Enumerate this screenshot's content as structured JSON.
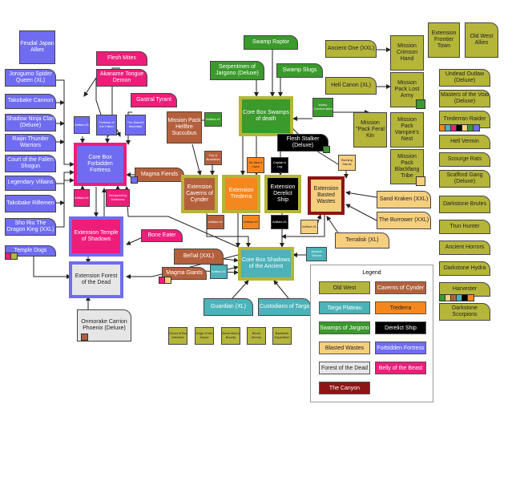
{
  "colors": {
    "old_west": "#b5b53a",
    "caverns_of_cynder": "#b5603c",
    "targa_plateau": "#4bb3b9",
    "trederra": "#f5871f",
    "swamps_of_jargono": "#3a9a2b",
    "derelict_ship": "#000000",
    "blasted_wastes": "#f6cf7e",
    "forbidden_fortress": "#6f6cf2",
    "forest_of_the_dead": "#e6e6e6",
    "belly_of_the_beast": "#ee1d7a",
    "the_canyon": "#8e1515"
  },
  "legend": {
    "title": "Legend",
    "items": [
      {
        "label": "Old West",
        "color": "old_west"
      },
      {
        "label": "Caverns of Cynder",
        "color": "caverns_of_cynder"
      },
      {
        "label": "Targa Plateau",
        "color": "targa_plateau"
      },
      {
        "label": "Trederra",
        "color": "trederra"
      },
      {
        "label": "Swamps of Jargono",
        "color": "swamps_of_jargono"
      },
      {
        "label": "Derelict Ship",
        "color": "derelict_ship"
      },
      {
        "label": "Blasted Wastes",
        "color": "blasted_wastes"
      },
      {
        "label": "Forbidden Fortress",
        "color": "forbidden_fortress"
      },
      {
        "label": "Forest of the Dead",
        "color": "forest_of_the_dead"
      },
      {
        "label": "Belly of the Beast",
        "color": "belly_of_the_beast"
      },
      {
        "label": "The Canyon",
        "color": "the_canyon"
      }
    ]
  },
  "nodes": {
    "feudal_japan": "Feudal Japan Allies",
    "jorogumo": "Jorogumo Spider Queen (XL)",
    "takobake_cannon": "Takobake Cannon",
    "shadow_ninja": "Shadow Ninja Clan (Deluxe)",
    "raijin": "Raijin Thunder Warriors",
    "court_fallen": "Court of the Fallen Shogun",
    "legendary_villains": "Legendary Villains",
    "takobake_riflemen": "Takobake Riflemen",
    "sho_riu": "Sho Riu The Dragon King (XXL)",
    "temple_dogs": "Temple Dogs",
    "flesh_mites": "Flesh Mites",
    "akaname": "Akaname Tongue Demon",
    "gastral_tyrant": "Gastral Tyrant",
    "artifact_ff1": "Artifact #1",
    "fortress_fallen": "Fortress of the Fallen",
    "sacred_mountain": "The Sacred Mountain",
    "core_ff": "Core Box Forbidden Fortress",
    "artifact_ff2": "Artifact #1",
    "devoured": "Devoured by Darkness",
    "ext_temple": "Extension Temple of Shadows",
    "ext_forest": "Extension Forest of the Dead",
    "onmorake": "Onmorake Carrion Phoenix (Deluxe)",
    "magma_fiends": "Magma Fiends",
    "bone_eater": "Bone Eater",
    "mission_hellfire": "Mission Pack Hellfire Succubus",
    "artifact_hell": "Artifact #1",
    "fey_brambles": "Fey & Brambles",
    "ext_caverns": "Extension Caverns of Cynder",
    "artifact_cav": "Artifact #1",
    "ext_trederra": "Extension Trederra",
    "no_mans_land": "No Man's Land",
    "artifact_tred": "Artifact #1",
    "ext_derelict": "Extension Derelict Ship",
    "captains_log": "Captain's Log",
    "artifact_der": "Artifact #1",
    "ext_blasted": "Extension Basted Wastes",
    "burning_sands": "Burning Sands",
    "artifact_bw": "Artifact #1",
    "swamp_raptor": "Swamp Raptor",
    "serpentmen": "Serpentmen of Jargono (Deluxe)",
    "swamp_slugs": "Swamp Slugs",
    "core_swamps": "Core Box Swamps of death",
    "murky_comfort": "Murky Comfort ation",
    "flesh_stalker": "Flesh Stalker (Deluxe)",
    "artifact_swamp": "Artifact #1",
    "core_shadows": "Core Box Shadows of the Ancient",
    "ancient_terrors": "Ancient Terrors",
    "artifact_sh": "Artifact #1",
    "belial": "Bel'ial (XXL)",
    "magma_giants": "Magma Giants",
    "guardian": "Guardian (XL)",
    "custodians": "Custodians of Targa",
    "ghost_damned": "Ghost of the Damned",
    "edge_abyss": "Edge of the Abyss",
    "dead_mans": "Dead Man's Bounty",
    "blood_money": "Blood Money",
    "badlands": "Badlands Expedition",
    "ancient_one": "Ancient One (XXL)",
    "hell_canon": "Hell Canon (XL)",
    "mission_crimson": "Mission Crimson Hand",
    "mission_lost_army": "Mission Pack Lost Army",
    "mission_feral": "Mission \"Pack Feral Kin",
    "mission_vampire": "Mission Pack Vampire's Nest",
    "mission_blackfang": "Mission Pack Blackfang Tribe",
    "sand_kraken": "Sand Kraken (XXL)",
    "burrower": "The Burrower (XXL)",
    "terralisk": "Terralisk (XL)",
    "ext_frontier": "Extension Frontier Town",
    "old_west_allies": "Old West Allies",
    "undead_outlaw": "Undead Outlaw (Deluxe)",
    "masters_void": "Masters of the Void (Deluxe)",
    "trederran_raider": "Trederran Raider",
    "hell_vermin": "Hell Vermin",
    "scourge_rats": "Scourge Rats",
    "scafford_gang": "Scafford Gang (Deluxe)",
    "darkstone_brutes": "Darkstone Brutes",
    "trun_hunter": "Trun Hunter",
    "ancient_horrors": "Ancient Horrors",
    "darkstone_hydra": "Darkstone Hydra",
    "harvester": "Harvester",
    "darkstone_scorpions": "Darkstone Scorpions"
  }
}
